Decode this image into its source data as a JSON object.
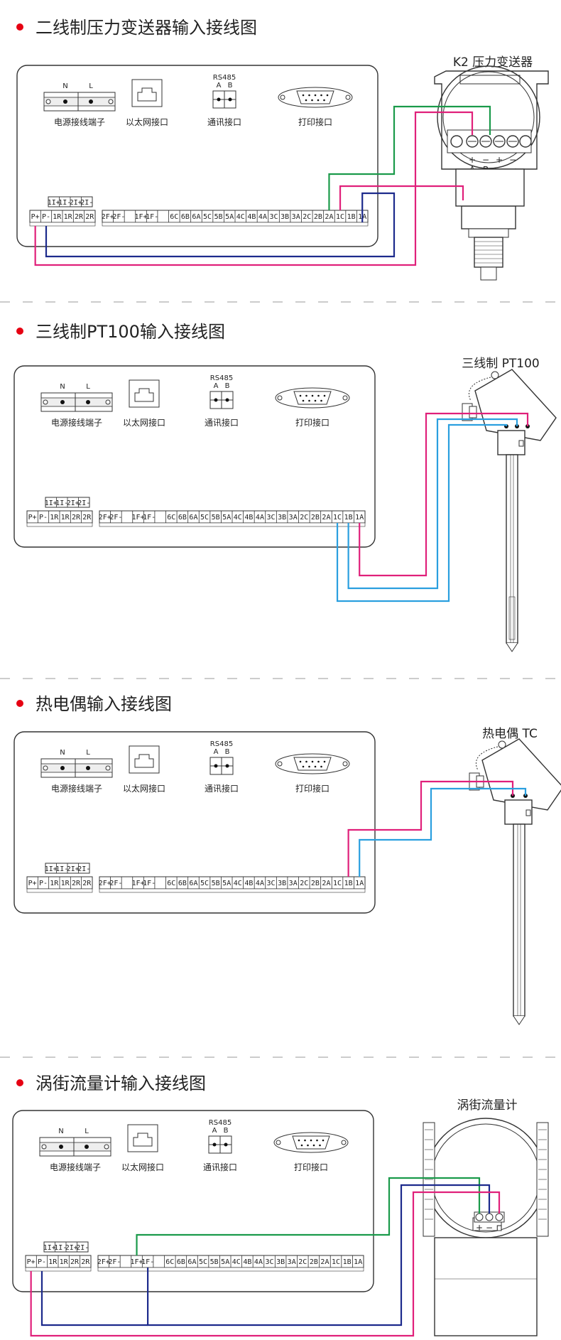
{
  "colors": {
    "bullet": "#e60012",
    "wire_magenta": "#e0207a",
    "wire_navy": "#1c2a8c",
    "wire_green": "#1a9a4a",
    "wire_blue": "#2a9fdf",
    "outline": "#333333"
  },
  "panel_labels": {
    "power_terminal": "电源接线端子",
    "ethernet": "以太网接口",
    "comm": "通讯接口",
    "print": "打印接口",
    "rs485": "RS485",
    "comm_a": "A",
    "comm_b": "B",
    "power_n": "N",
    "power_l": "L"
  },
  "terminal_labels": {
    "group_top": [
      "1I+",
      "1I-",
      "2I+",
      "2I-"
    ],
    "group_left": [
      "P+",
      "P-",
      "1R",
      "1R",
      "2R",
      "2R"
    ],
    "group_right": [
      "2F+",
      "2F-",
      "",
      "1F+",
      "1F-",
      "",
      "6C",
      "6B",
      "6A",
      "5C",
      "5B",
      "5A",
      "4C",
      "4B",
      "4A",
      "3C",
      "3B",
      "3A",
      "2C",
      "2B",
      "2A",
      "1C",
      "1B",
      "1A"
    ]
  },
  "sections": [
    {
      "title": "二线制压力变送器输入接线图",
      "device_label": "K2 压力变送器",
      "device_marks": [
        "+",
        "−",
        "+",
        "−",
        "A",
        "B",
        "A"
      ]
    },
    {
      "title": "三线制PT100输入接线图",
      "device_label": "三线制 PT100"
    },
    {
      "title": "热电偶输入接线图",
      "device_label": "热电偶 TC"
    },
    {
      "title": "涡街流量计输入接线图",
      "device_label": "涡街流量计",
      "device_marks": [
        "+",
        "−",
        "⊓"
      ]
    }
  ]
}
